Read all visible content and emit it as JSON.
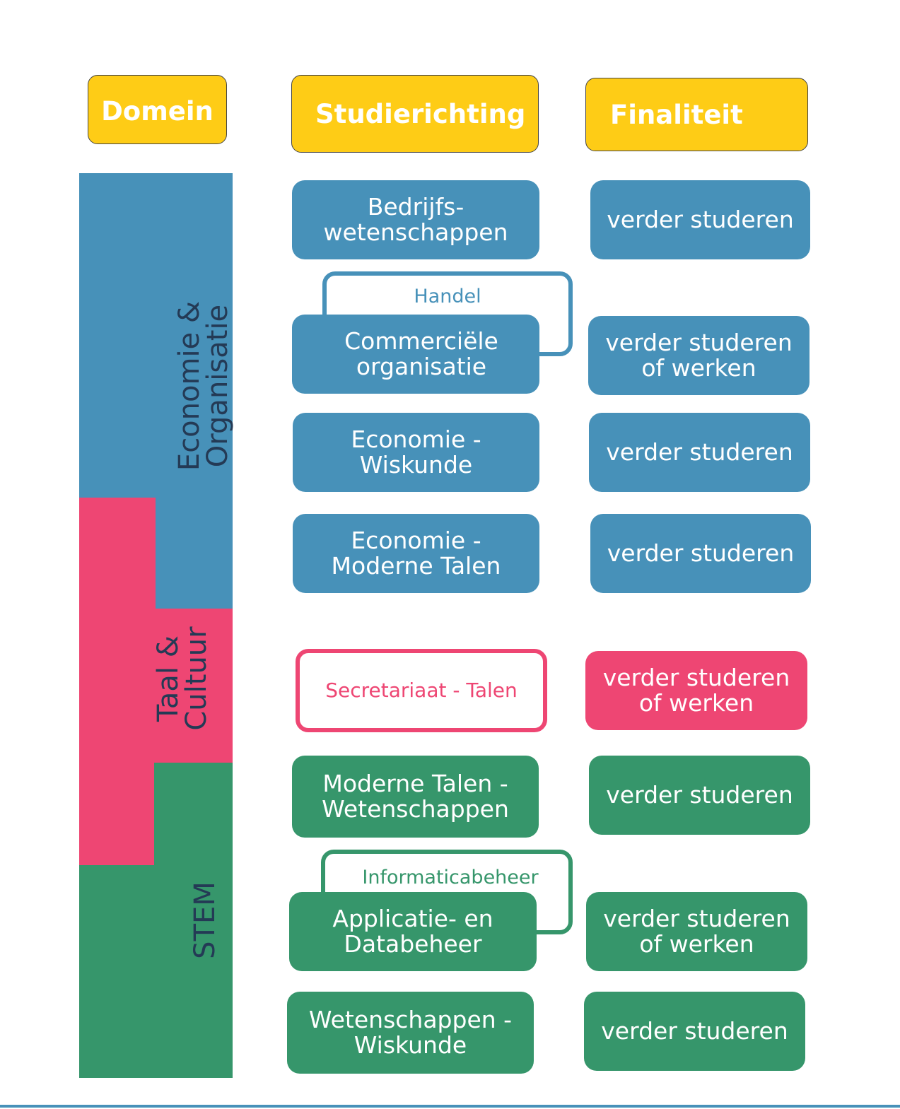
{
  "headers": {
    "domein": "Domein",
    "studierichting": "Studierichting",
    "finaliteit": "Finaliteit"
  },
  "domains": {
    "economie": "Economie &\nOrganisatie",
    "taal": "Taal &\nCultuur",
    "stem": "STEM"
  },
  "tags": {
    "handel": "Handel",
    "informaticabeheer": "Informaticabeheer"
  },
  "rows": [
    {
      "study": "Bedrijfs-\nwetenschappen",
      "final": "verder studeren"
    },
    {
      "study": "Commerciële\norganisatie",
      "final": "verder studeren\nof werken"
    },
    {
      "study": "Economie -\nWiskunde",
      "final": "verder studeren"
    },
    {
      "study": "Economie -\nModerne Talen",
      "final": "verder studeren"
    },
    {
      "study": "Secretariaat - Talen",
      "final": "verder studeren\nof werken"
    },
    {
      "study": "Moderne Talen -\nWetenschappen",
      "final": "verder studeren"
    },
    {
      "study": "Applicatie- en\nDatabeheer",
      "final": "verder studeren\nof werken"
    },
    {
      "study": "Wetenschappen -\nWiskunde",
      "final": "verder studeren"
    }
  ],
  "colors": {
    "header": "#fecc16",
    "economie": "#4791b9",
    "taal": "#ee4673",
    "stem": "#36966b",
    "domain_text": "#243a55"
  }
}
